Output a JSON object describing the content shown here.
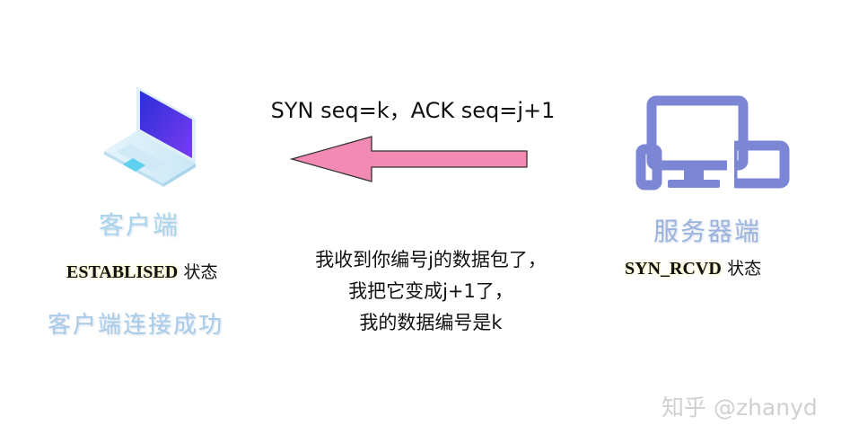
{
  "packet": {
    "label": "SYN seq=k，ACK seq=j+1",
    "direction": "server-to-client"
  },
  "client": {
    "name": "客户端",
    "state_code": "ESTABLISED",
    "state_word": "状态",
    "status": "客户端连接成功",
    "icon": "laptop-icon"
  },
  "server": {
    "name": "服务器端",
    "state_code": "SYN_RCVD",
    "state_word": "状态",
    "icon": "server-devices-icon"
  },
  "explanation": [
    "我收到你编号j的数据包了，",
    "我把它变成j+1了，",
    "我的数据编号是k"
  ],
  "watermark": "知乎 @zhanyd",
  "colors": {
    "arrow_fill": "#f28ab4",
    "device_outline": "#7b86d4",
    "client_text": "#a9d4ec",
    "server_text": "#9bb3de"
  }
}
